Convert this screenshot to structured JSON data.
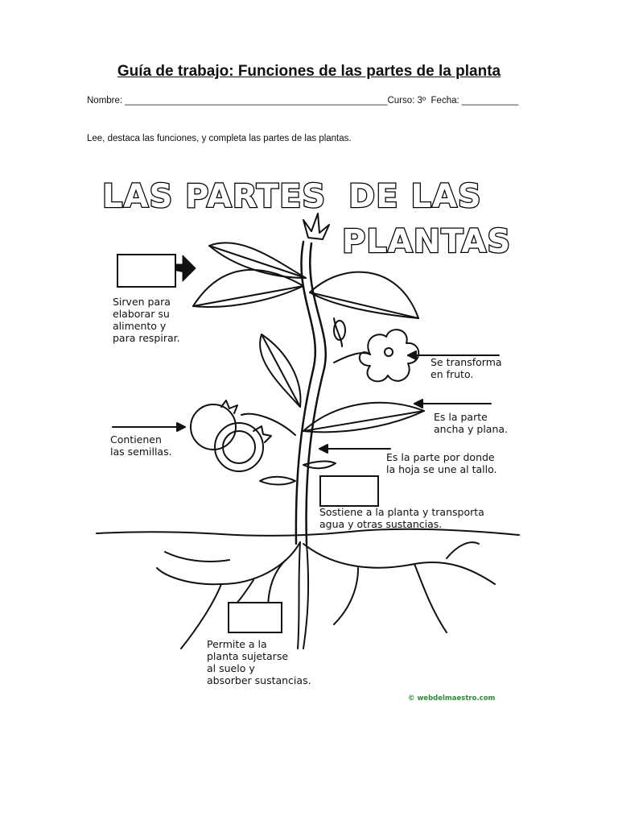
{
  "header": {
    "title": "Guía de trabajo: Funciones de las partes de la planta",
    "nombre_line": "Nombre: ___________________________________________________Curso: 3º  Fecha: ___________",
    "instructions": "Lee, destaca las funciones, y completa las partes de las plantas."
  },
  "figure": {
    "heading_line1_a": "LAS PARTES",
    "heading_line1_b": "DE LAS",
    "heading_line2": "PLANTAS",
    "labels": {
      "leaves_1": "Sirven para",
      "leaves_2": "elaborar su",
      "leaves_3": "alimento y",
      "leaves_4": "para respirar.",
      "flower_1": "Se transforma",
      "flower_2": "en fruto.",
      "blade_1": "Es la parte",
      "blade_2": "ancha y plana.",
      "fruit_1": "Contienen",
      "fruit_2": "las semillas.",
      "petiole_1": "Es la parte por donde",
      "petiole_2": "la hoja se une al tallo.",
      "stem_1": "Sostiene a la planta y transporta",
      "stem_2": "agua y otras sustancias.",
      "root_1": "Permite a la",
      "root_2": "planta sujetarse",
      "root_3": "al suelo y",
      "root_4": "absorber sustancias."
    },
    "credit": "© webdelmaestro.com"
  },
  "colors": {
    "ink": "#111111",
    "credit": "#2e8b3a"
  }
}
